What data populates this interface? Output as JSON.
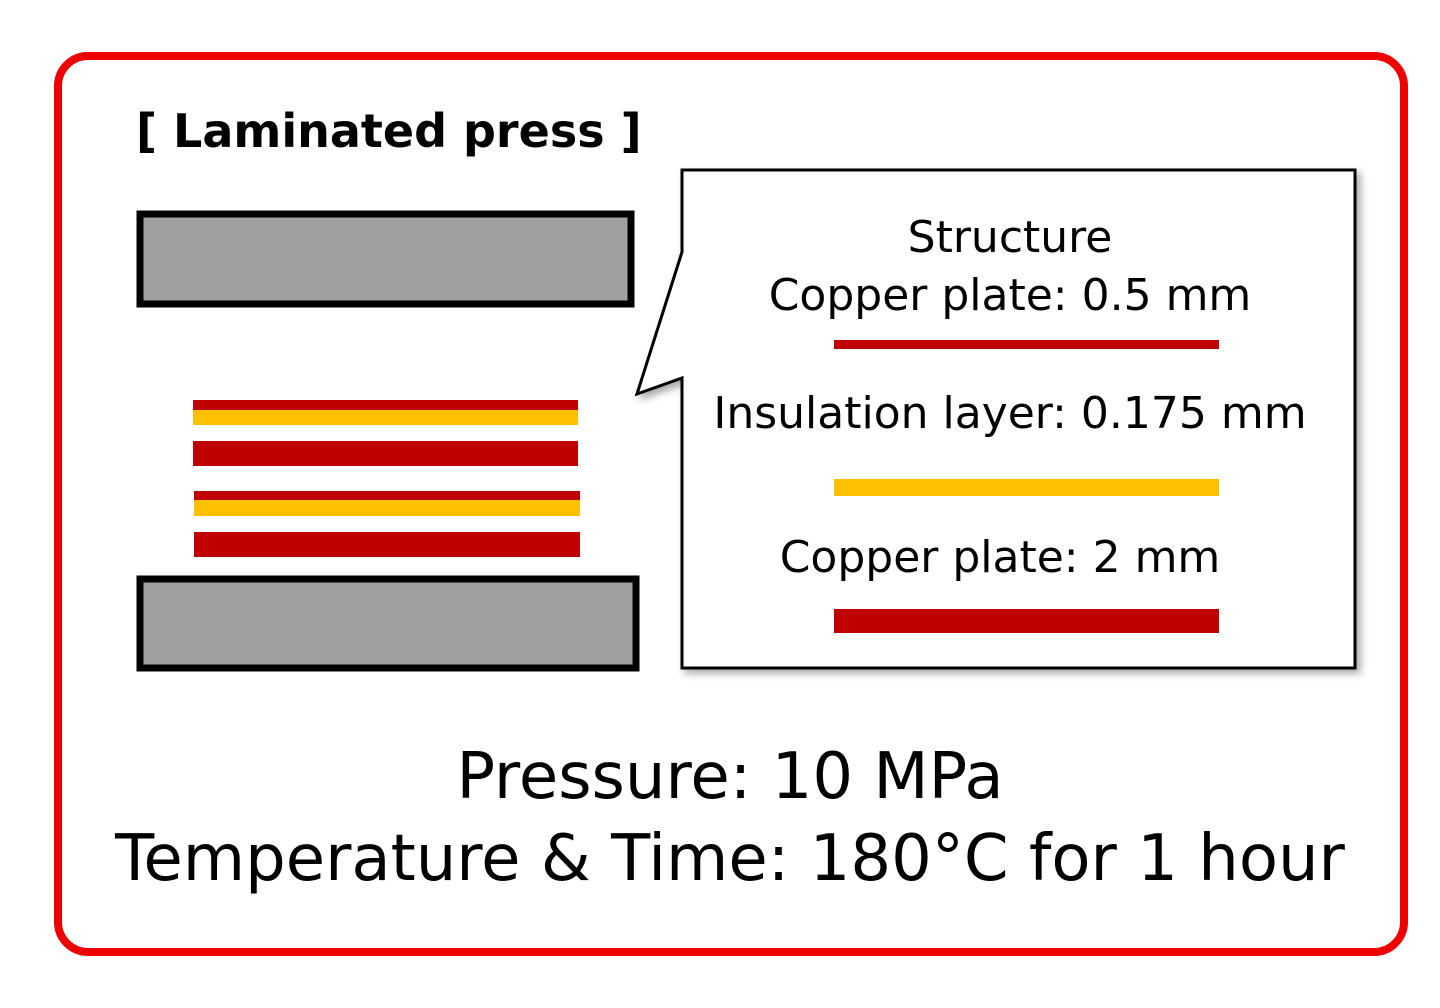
{
  "title": "[ Laminated press ]",
  "callout": {
    "heading": "Structure",
    "layer1": "Copper plate: 0.5 mm",
    "layer2": "Insulation layer: 0.175 mm",
    "layer3": "Copper plate: 2 mm"
  },
  "conditions": {
    "pressure": "Pressure: 10 MPa",
    "temp_time": "Temperature & Time: 180°C for 1 hour"
  },
  "colors": {
    "frame": "#ee0000",
    "copper": "#c00000",
    "insulation": "#ffc000",
    "press_plate": "#a0a0a0"
  }
}
